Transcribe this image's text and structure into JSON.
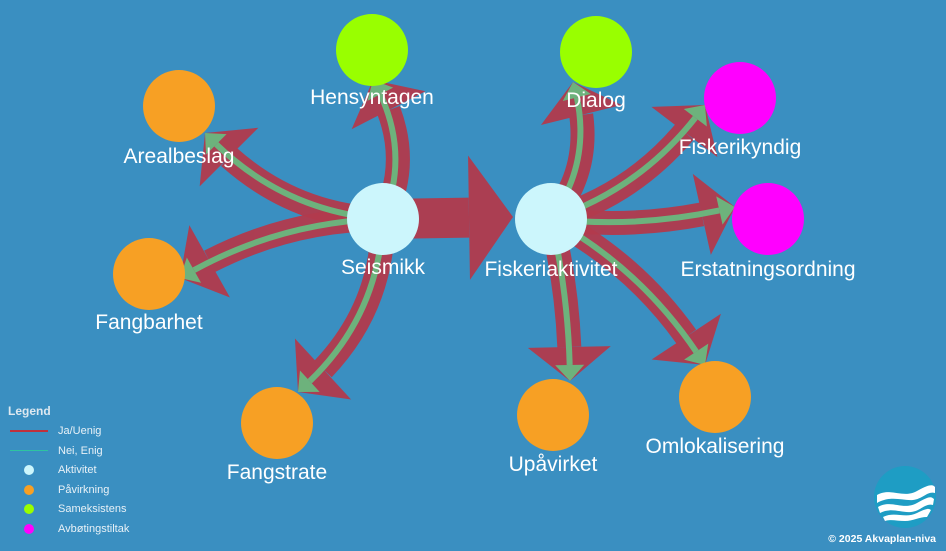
{
  "colors": {
    "background": "#3a8fc1",
    "ja_uenig": "#b23a4d",
    "nei_enig": "#6db27c",
    "aktivitet": "#ccf6fc",
    "pavirkning": "#f7a024",
    "sameksistens": "#99ff00",
    "avbotingstiltak": "#ff00ff"
  },
  "nodes": [
    {
      "id": "seismikk",
      "label": "Seismikk",
      "category": "aktivitet"
    },
    {
      "id": "fiskeriaktivitet",
      "label": "Fiskeriaktivitet",
      "category": "aktivitet"
    },
    {
      "id": "arealbeslag",
      "label": "Arealbeslag",
      "category": "pavirkning"
    },
    {
      "id": "hensyntagen",
      "label": "Hensyntagen",
      "category": "sameksistens"
    },
    {
      "id": "fangbarhet",
      "label": "Fangbarhet",
      "category": "pavirkning"
    },
    {
      "id": "fangstrate",
      "label": "Fangstrate",
      "category": "pavirkning"
    },
    {
      "id": "dialog",
      "label": "Dialog",
      "category": "sameksistens"
    },
    {
      "id": "fiskerikyndig",
      "label": "Fiskerikyndig",
      "category": "avbotingstiltak"
    },
    {
      "id": "erstatningsordning",
      "label": "Erstatningsordning",
      "category": "avbotingstiltak"
    },
    {
      "id": "upavirket",
      "label": "Upåvirket",
      "category": "pavirkning"
    },
    {
      "id": "omlokalisering",
      "label": "Omlokalisering",
      "category": "pavirkning"
    }
  ],
  "edges": [
    {
      "from": "seismikk",
      "to": "fiskeriaktivitet",
      "type": "ja_uenig"
    },
    {
      "from": "seismikk",
      "to": "arealbeslag",
      "type": "ja_uenig"
    },
    {
      "from": "seismikk",
      "to": "arealbeslag",
      "type": "nei_enig"
    },
    {
      "from": "seismikk",
      "to": "hensyntagen",
      "type": "ja_uenig"
    },
    {
      "from": "seismikk",
      "to": "hensyntagen",
      "type": "nei_enig"
    },
    {
      "from": "seismikk",
      "to": "fangbarhet",
      "type": "ja_uenig"
    },
    {
      "from": "seismikk",
      "to": "fangbarhet",
      "type": "nei_enig"
    },
    {
      "from": "seismikk",
      "to": "fangstrate",
      "type": "ja_uenig"
    },
    {
      "from": "seismikk",
      "to": "fangstrate",
      "type": "nei_enig"
    },
    {
      "from": "fiskeriaktivitet",
      "to": "dialog",
      "type": "ja_uenig"
    },
    {
      "from": "fiskeriaktivitet",
      "to": "dialog",
      "type": "nei_enig"
    },
    {
      "from": "fiskeriaktivitet",
      "to": "fiskerikyndig",
      "type": "ja_uenig"
    },
    {
      "from": "fiskeriaktivitet",
      "to": "fiskerikyndig",
      "type": "nei_enig"
    },
    {
      "from": "fiskeriaktivitet",
      "to": "erstatningsordning",
      "type": "ja_uenig"
    },
    {
      "from": "fiskeriaktivitet",
      "to": "erstatningsordning",
      "type": "nei_enig"
    },
    {
      "from": "fiskeriaktivitet",
      "to": "upavirket",
      "type": "ja_uenig"
    },
    {
      "from": "fiskeriaktivitet",
      "to": "upavirket",
      "type": "nei_enig"
    },
    {
      "from": "fiskeriaktivitet",
      "to": "omlokalisering",
      "type": "ja_uenig"
    },
    {
      "from": "fiskeriaktivitet",
      "to": "omlokalisering",
      "type": "nei_enig"
    }
  ],
  "legend": {
    "title": "Legend",
    "items": [
      {
        "label": "Ja/Uenig",
        "kind": "line",
        "color": "#c0303c"
      },
      {
        "label": "Nei, Enig",
        "kind": "line",
        "color": "#2ec4a0"
      },
      {
        "label": "Aktivitet",
        "kind": "dot",
        "color": "#ccf6fc"
      },
      {
        "label": "Påvirkning",
        "kind": "dot",
        "color": "#f7a024"
      },
      {
        "label": "Sameksistens",
        "kind": "dot",
        "color": "#99ff00"
      },
      {
        "label": "Avbøtingstiltak",
        "kind": "dot",
        "color": "#ff00ff"
      }
    ]
  },
  "copyright": "© 2025 Akvaplan-niva"
}
